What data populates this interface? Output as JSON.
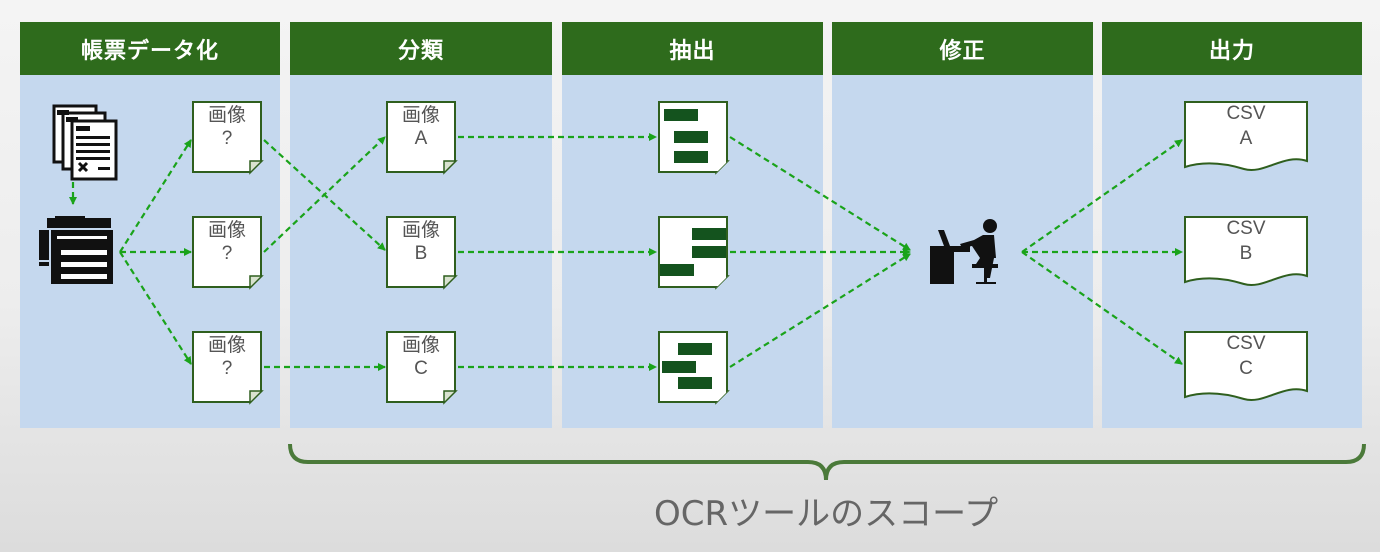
{
  "columns": [
    {
      "header": "帳票データ化"
    },
    {
      "header": "分類"
    },
    {
      "header": "抽出"
    },
    {
      "header": "修正"
    },
    {
      "header": "出力"
    }
  ],
  "unknown_images": [
    {
      "label": "画像",
      "sub": "?"
    },
    {
      "label": "画像",
      "sub": "?"
    },
    {
      "label": "画像",
      "sub": "?"
    }
  ],
  "classified_images": [
    {
      "label": "画像",
      "sub": "A"
    },
    {
      "label": "画像",
      "sub": "B"
    },
    {
      "label": "画像",
      "sub": "C"
    }
  ],
  "csv_outputs": [
    {
      "label": "CSV",
      "sub": "A"
    },
    {
      "label": "CSV",
      "sub": "B"
    },
    {
      "label": "CSV",
      "sub": "C"
    }
  ],
  "scope_label": "OCRツールのスコープ",
  "colors": {
    "header_green": "#2e6b1c",
    "column_blue": "#c5d8ee",
    "arrow_green": "#1aa31a",
    "extract_block": "#14531e"
  },
  "icons": [
    "forms-stack-icon",
    "scanner-icon",
    "extracted-doc-icon",
    "operator-at-desk-icon"
  ]
}
